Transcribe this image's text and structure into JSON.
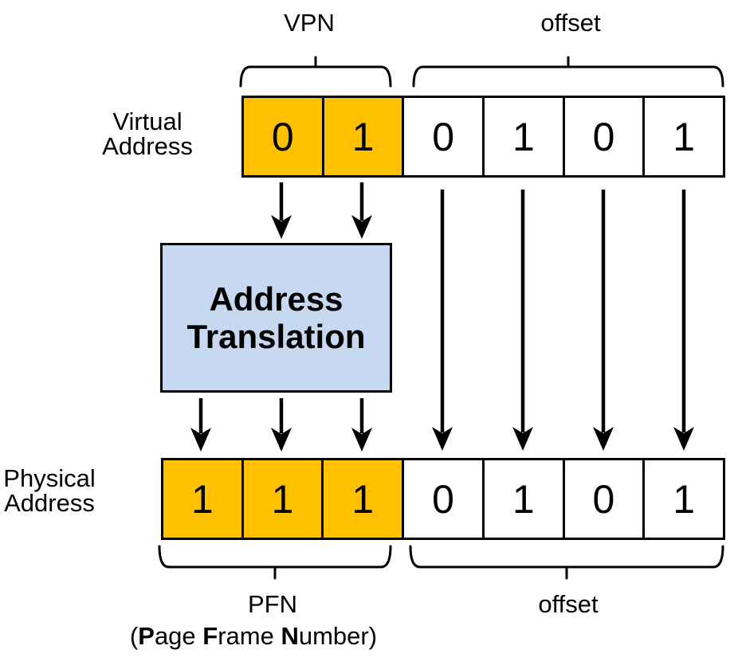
{
  "virtual_address": {
    "row_label_line1": "Virtual",
    "row_label_line2": "Address",
    "vpn_label": "VPN",
    "offset_label": "offset",
    "cells": [
      {
        "value": "0",
        "region": "VPN"
      },
      {
        "value": "1",
        "region": "VPN"
      },
      {
        "value": "0",
        "region": "offset"
      },
      {
        "value": "1",
        "region": "offset"
      },
      {
        "value": "0",
        "region": "offset"
      },
      {
        "value": "1",
        "region": "offset"
      }
    ]
  },
  "translation_box": {
    "line1": "Address",
    "line2": "Translation"
  },
  "physical_address": {
    "row_label_line1": "Physical",
    "row_label_line2": "Address",
    "pfn_label": "PFN",
    "pfn_expansion_parts": [
      "(",
      "P",
      "age ",
      "F",
      "rame ",
      "N",
      "umber)"
    ],
    "offset_label": "offset",
    "cells": [
      {
        "value": "1",
        "region": "PFN"
      },
      {
        "value": "1",
        "region": "PFN"
      },
      {
        "value": "1",
        "region": "PFN"
      },
      {
        "value": "0",
        "region": "offset"
      },
      {
        "value": "1",
        "region": "offset"
      },
      {
        "value": "0",
        "region": "offset"
      },
      {
        "value": "1",
        "region": "offset"
      }
    ]
  },
  "colors": {
    "highlight_fill": "#FFC000",
    "translation_box_fill": "#C6D9F0",
    "outline": "#000000"
  }
}
